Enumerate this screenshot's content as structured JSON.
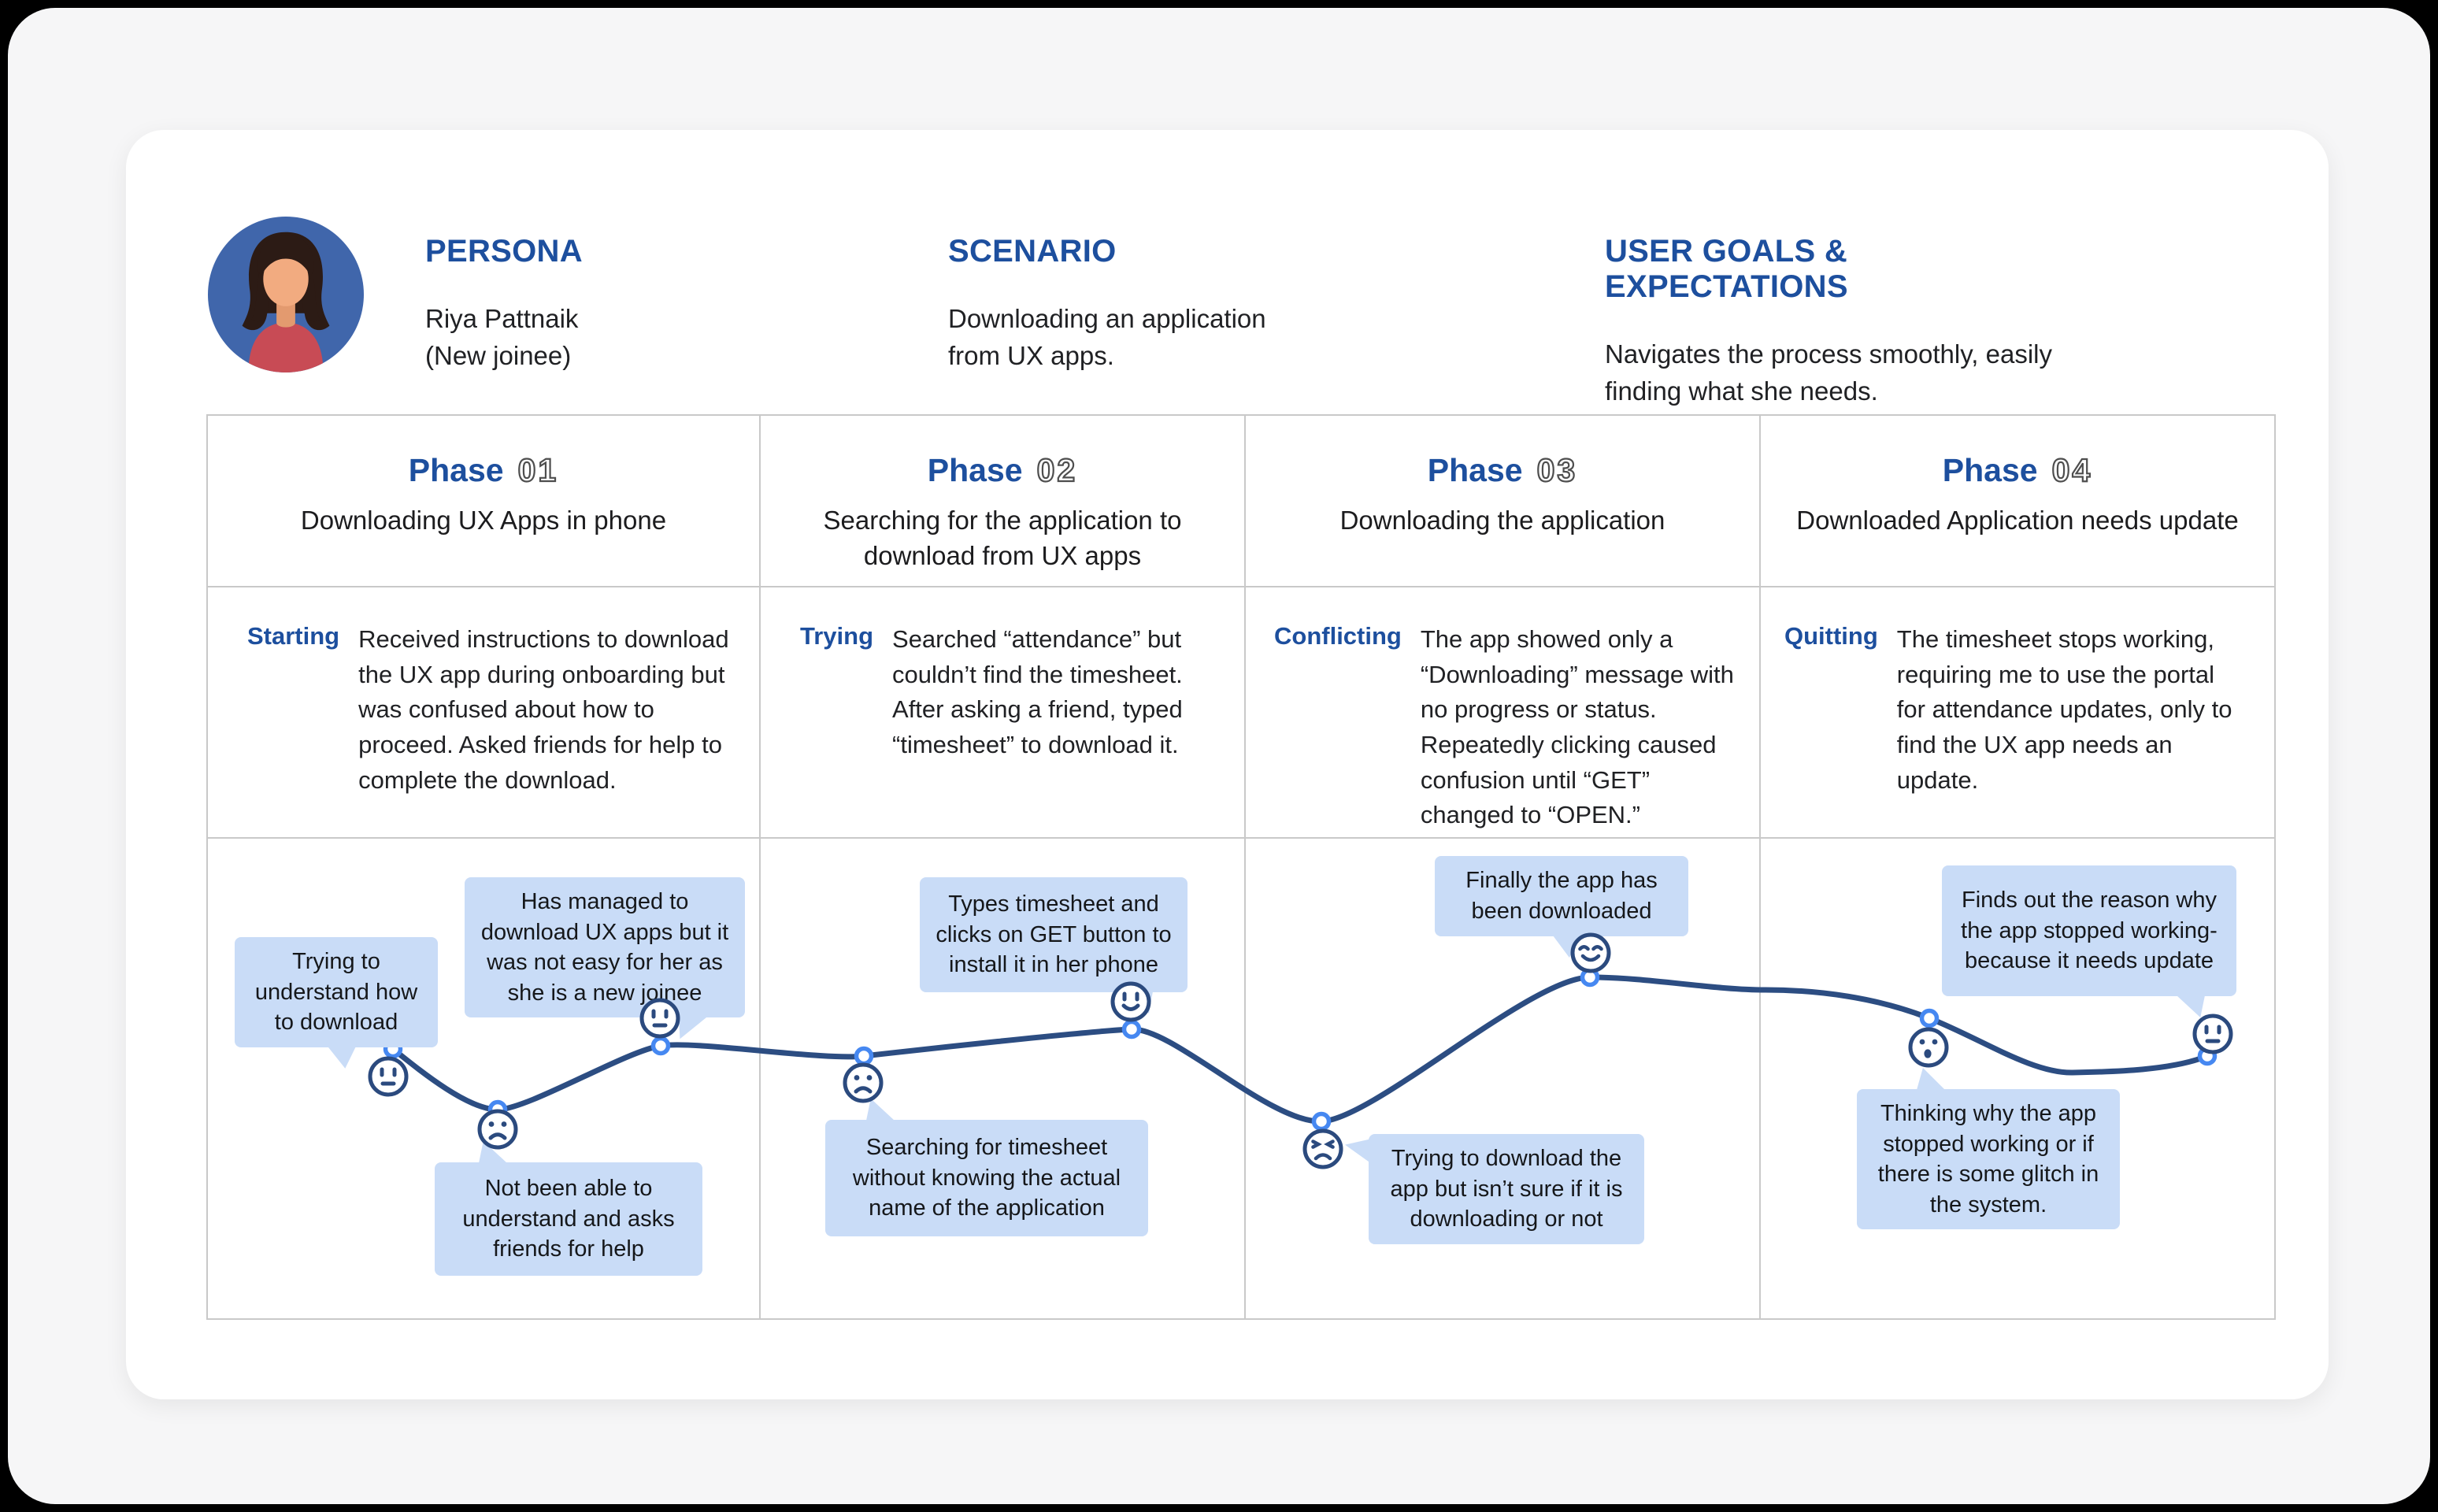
{
  "header": {
    "persona": {
      "title": "PERSONA",
      "name": "Riya Pattnaik",
      "note": "(New joinee)"
    },
    "scenario": {
      "title": "SCENARIO",
      "text": "Downloading an application from UX apps."
    },
    "goals": {
      "title": "USER GOALS & EXPECTATIONS",
      "text": "Navigates the process smoothly, easily finding what she needs."
    },
    "avatar": "female-persona-avatar"
  },
  "phases": [
    {
      "label": "Phase",
      "number": "01",
      "title": "Downloading UX Apps in phone",
      "stage": {
        "label": "Starting",
        "text": "Received instructions to download the UX app during onboarding but was confused about how to proceed. Asked friends for help to complete the download."
      }
    },
    {
      "label": "Phase",
      "number": "02",
      "title": "Searching for the application to download from UX apps",
      "stage": {
        "label": "Trying",
        "text": "Searched “attendance” but couldn’t find the timesheet. After asking a friend, typed “timesheet” to download it."
      }
    },
    {
      "label": "Phase",
      "number": "03",
      "title": "Downloading the application",
      "stage": {
        "label": "Conflicting",
        "text": "The app showed only a “Downloading” message with no progress or status. Repeatedly clicking caused confusion until “GET” changed to “OPEN.”"
      }
    },
    {
      "label": "Phase",
      "number": "04",
      "title": "Downloaded Application needs update",
      "stage": {
        "label": "Quitting",
        "text": "The timesheet stops working, requiring me to use the portal for attendance updates, only to find the UX app needs an update."
      }
    }
  ],
  "journey": {
    "bubbles": [
      {
        "text": "Trying to understand how to download"
      },
      {
        "text": "Has managed to download UX apps but it was not easy for her as she is a new joinee"
      },
      {
        "text": "Not been able to understand and asks friends for help"
      },
      {
        "text": "Types timesheet and clicks on GET button to install it in her phone"
      },
      {
        "text": "Searching for timesheet without knowing the actual name of the application"
      },
      {
        "text": "Finally the app has been downloaded"
      },
      {
        "text": "Trying to download the app but isn’t sure if it is downloading or not"
      },
      {
        "text": "Finds out the reason why the app stopped working- because it needs update"
      },
      {
        "text": "Thinking why the app stopped working or if there is some glitch in the system."
      }
    ],
    "points": [
      {
        "mood": "neutral"
      },
      {
        "mood": "sad"
      },
      {
        "mood": "neutral"
      },
      {
        "mood": "sad"
      },
      {
        "mood": "happy"
      },
      {
        "mood": "frustrated"
      },
      {
        "mood": "grin"
      },
      {
        "mood": "surprised"
      },
      {
        "mood": "neutral"
      }
    ]
  },
  "colors": {
    "accent_blue": "#1d4f9e",
    "bubble_blue": "#c9dcf7",
    "curve_navy": "#2c4d82",
    "marker_ring": "#4688f1",
    "emoji_stroke": "#2b4a7e"
  }
}
